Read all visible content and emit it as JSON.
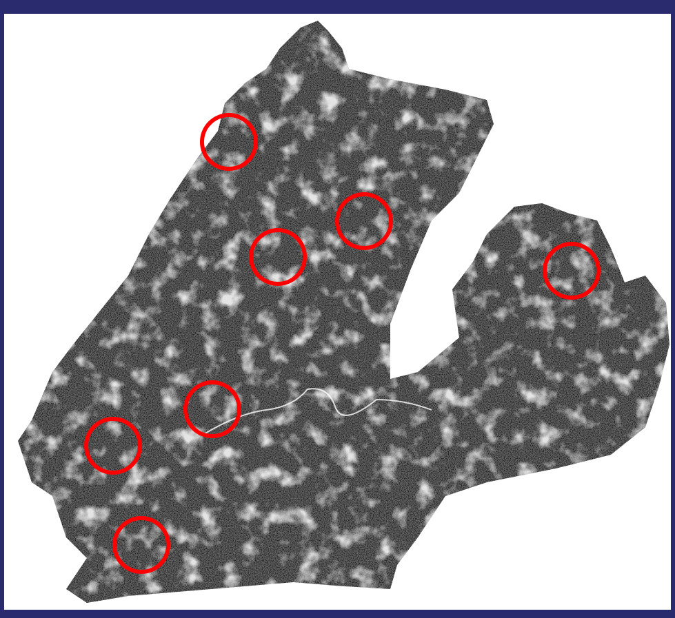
{
  "map": {
    "background_color": "#ffffff",
    "frame_color": "#2a2a6e",
    "terrain_dark": "#111111",
    "terrain_mid": "#6a6a6a",
    "terrain_light": "#e6e6e6",
    "marker_color": "#ff0000",
    "marker_count": 7,
    "markers": [
      {
        "id": "north-west"
      },
      {
        "id": "center-north"
      },
      {
        "id": "center-north-east"
      },
      {
        "id": "east-lobe"
      },
      {
        "id": "center-south"
      },
      {
        "id": "south-west"
      },
      {
        "id": "far-south"
      }
    ]
  }
}
